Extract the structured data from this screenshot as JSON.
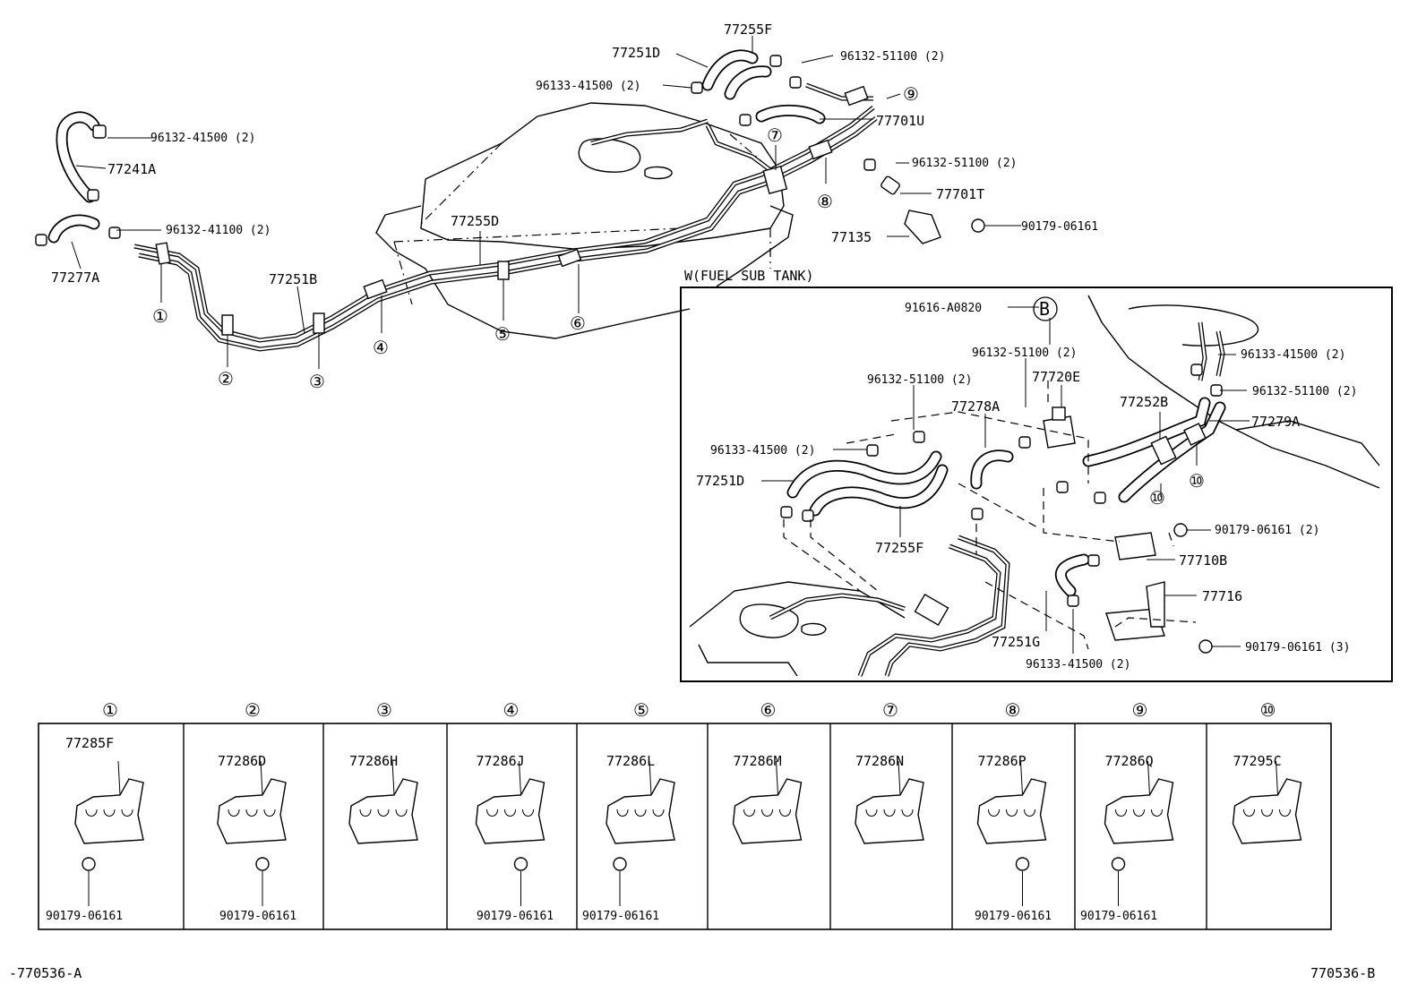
{
  "diagram_title": "",
  "subtank_label": "W(FUEL SUB TANK)",
  "corner_left": "-770536-A",
  "corner_right": "770536-B",
  "main_labels": {
    "l_77255F": "77255F",
    "l_77251D": "77251D",
    "l_96132_51100_top": "96132-51100 (2)",
    "l_96133_41500_top": "96133-41500 (2)",
    "l_77701U": "77701U",
    "l_96132_41500": "96132-41500 (2)",
    "l_77241A": "77241A",
    "l_96132_51100_mid": "96132-51100 (2)",
    "l_77701T": "77701T",
    "l_77135": "77135",
    "l_90179_06161_main": "90179-06161",
    "l_96132_41100": "96132-41100 (2)",
    "l_77255D": "77255D",
    "l_77277A": "77277A",
    "l_77251B": "77251B"
  },
  "callouts": {
    "c1": "①",
    "c2": "②",
    "c3": "③",
    "c4": "④",
    "c5": "⑤",
    "c6": "⑥",
    "c7": "⑦",
    "c8": "⑧",
    "c9": "⑨",
    "c10": "⑩",
    "cB": "B"
  },
  "subtank_labels": {
    "s_91616": "91616-A0820",
    "s_96132_51100_a": "96132-51100 (2)",
    "s_96132_51100_b": "96132-51100 (2)",
    "s_77720E": "77720E",
    "s_77278A": "77278A",
    "s_96133_41500_a": "96133-41500 (2)",
    "s_77251D": "77251D",
    "s_77255F": "77255F",
    "s_77251G": "77251G",
    "s_96133_41500_b": "96133-41500 (2)",
    "s_96133_41500_c": "96133-41500 (2)",
    "s_96132_51100_c": "96132-51100 (2)",
    "s_77252B": "77252B",
    "s_77279A": "77279A",
    "s_90179_06161_2": "90179-06161 (2)",
    "s_77710B": "77710B",
    "s_77716": "77716",
    "s_90179_06161_3": "90179-06161 (3)"
  },
  "clamp_table": [
    {
      "num": "①",
      "part": "77285F",
      "bolt": "90179-06161"
    },
    {
      "num": "②",
      "part": "77286D",
      "bolt": "90179-06161"
    },
    {
      "num": "③",
      "part": "77286H",
      "bolt": ""
    },
    {
      "num": "④",
      "part": "77286J",
      "bolt": "90179-06161"
    },
    {
      "num": "⑤",
      "part": "77286L",
      "bolt": "90179-06161"
    },
    {
      "num": "⑥",
      "part": "77286M",
      "bolt": ""
    },
    {
      "num": "⑦",
      "part": "77286N",
      "bolt": ""
    },
    {
      "num": "⑧",
      "part": "77286P",
      "bolt": "90179-06161"
    },
    {
      "num": "⑨",
      "part": "77286Q",
      "bolt": "90179-06161"
    },
    {
      "num": "⑩",
      "part": "77295C",
      "bolt": ""
    }
  ]
}
